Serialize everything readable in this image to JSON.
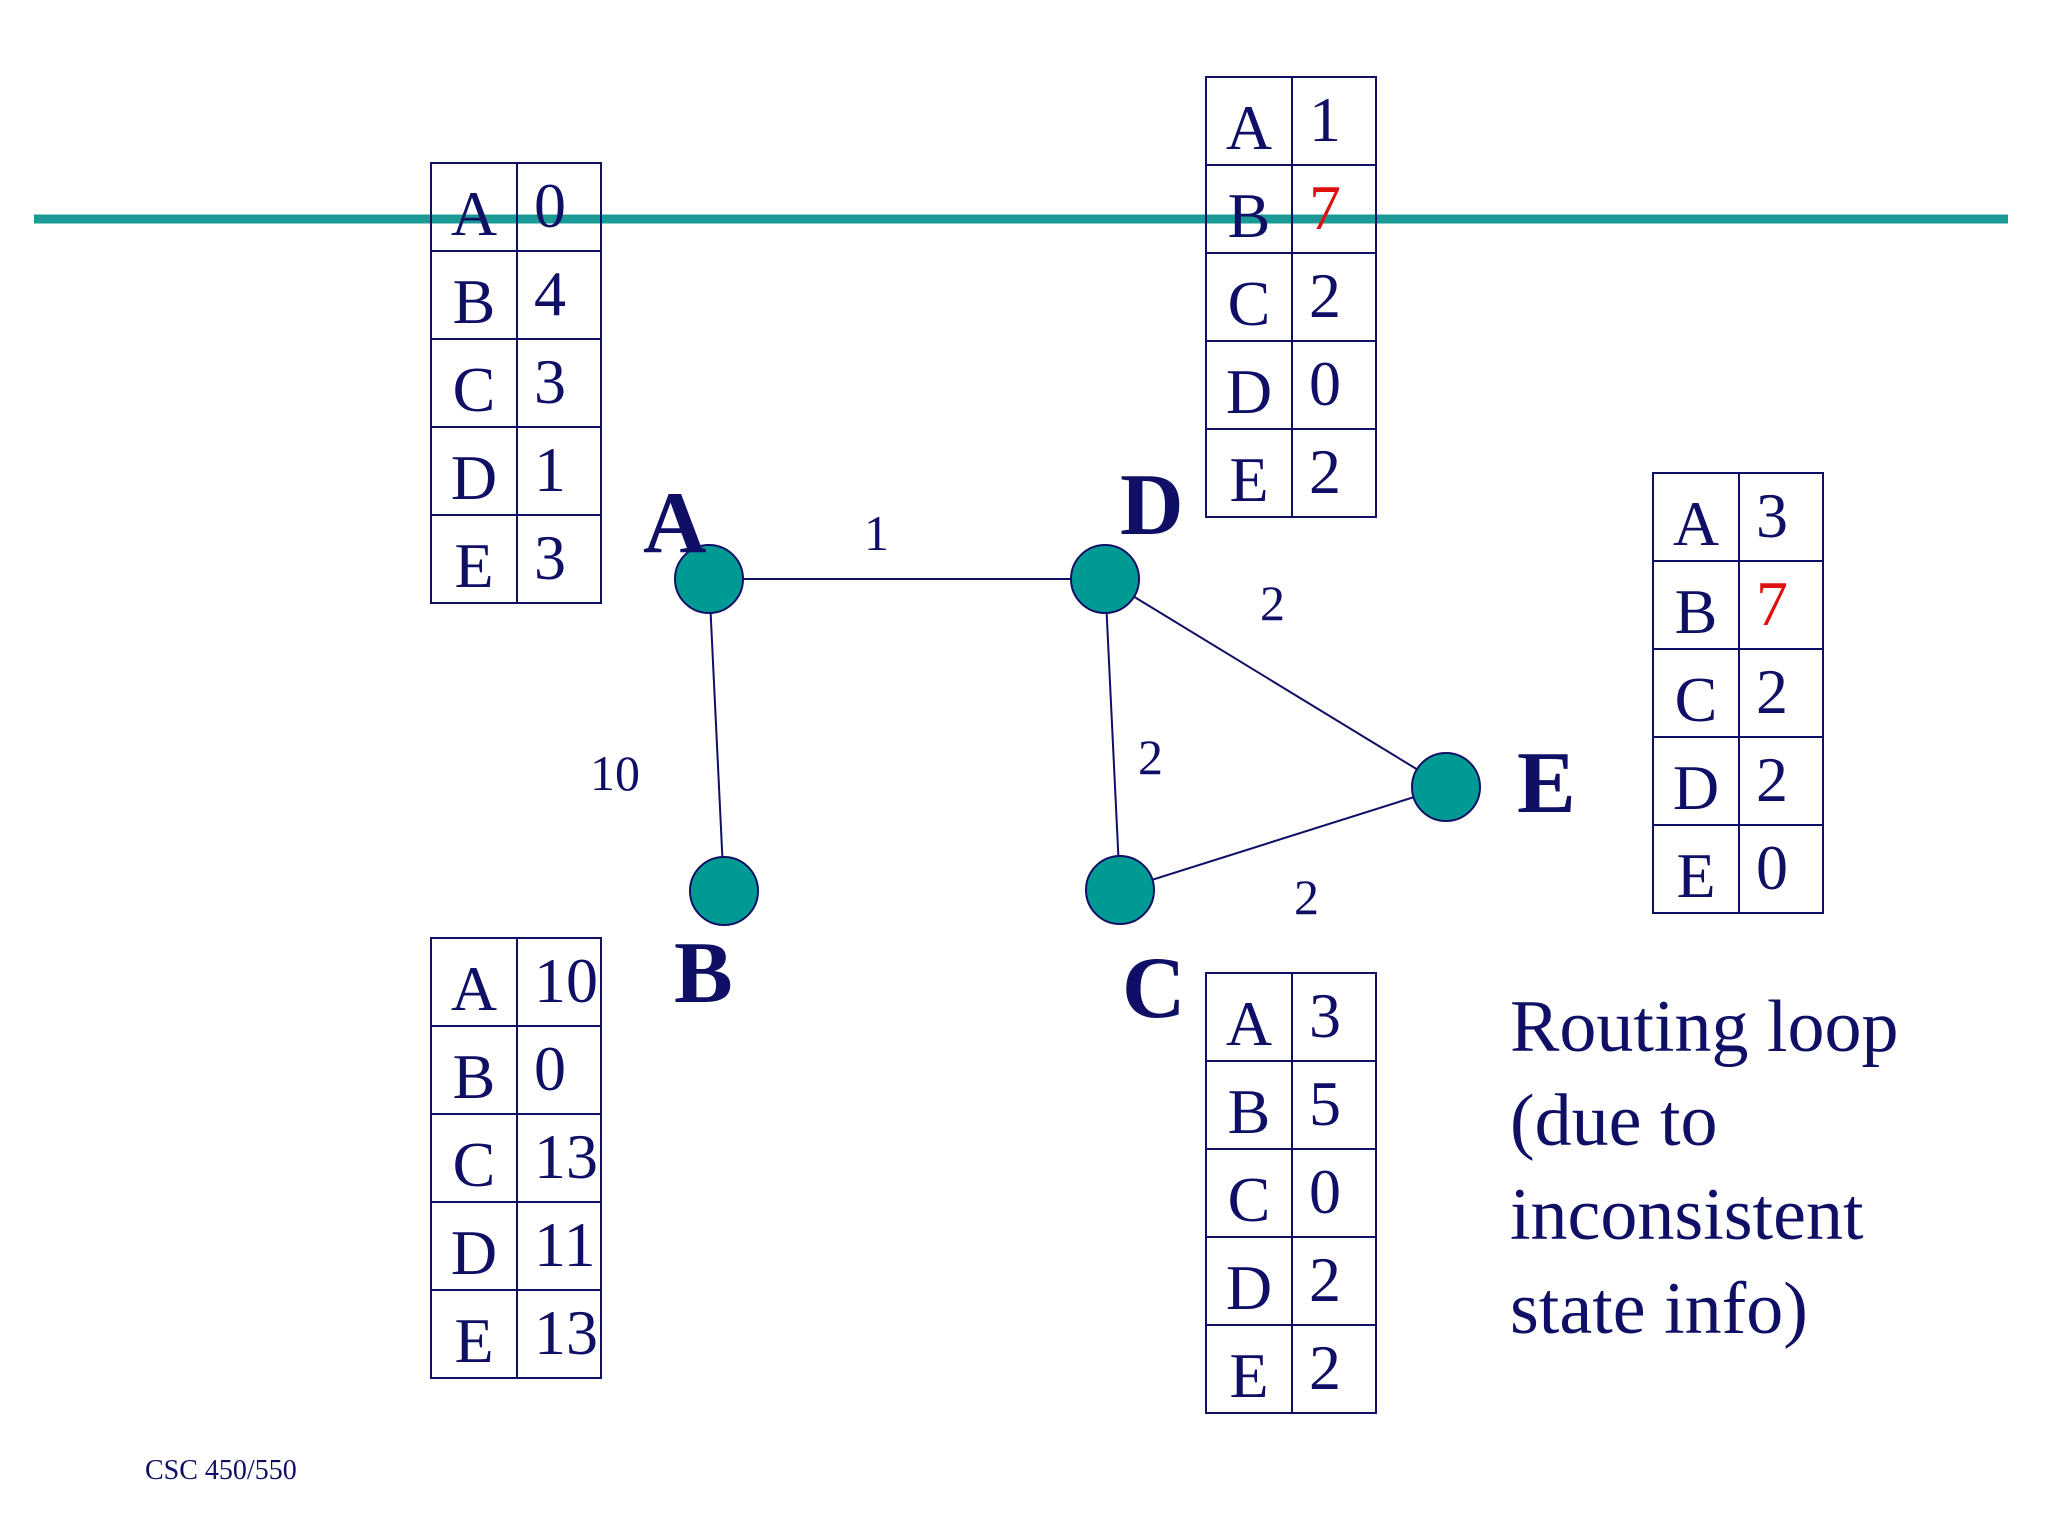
{
  "colors": {
    "text": "#0f0f66",
    "node_fill": "#009a94",
    "bar": "#1a9a94",
    "changed_value": "#e01010"
  },
  "nodes": {
    "A": {
      "label": "A"
    },
    "B": {
      "label": "B"
    },
    "C": {
      "label": "C"
    },
    "D": {
      "label": "D"
    },
    "E": {
      "label": "E"
    }
  },
  "edges": {
    "AD": {
      "label": "1"
    },
    "AB": {
      "label": "10"
    },
    "DE": {
      "label": "2"
    },
    "DC": {
      "label": "2"
    },
    "CE": {
      "label": "2"
    }
  },
  "tables": {
    "A": {
      "rows": [
        {
          "dest": "A",
          "cost": "0"
        },
        {
          "dest": "B",
          "cost": "4"
        },
        {
          "dest": "C",
          "cost": "3"
        },
        {
          "dest": "D",
          "cost": "1"
        },
        {
          "dest": "E",
          "cost": "3"
        }
      ]
    },
    "B": {
      "rows": [
        {
          "dest": "A",
          "cost": "10"
        },
        {
          "dest": "B",
          "cost": "0"
        },
        {
          "dest": "C",
          "cost": "13"
        },
        {
          "dest": "D",
          "cost": "11"
        },
        {
          "dest": "E",
          "cost": "13"
        }
      ]
    },
    "C": {
      "rows": [
        {
          "dest": "A",
          "cost": "3"
        },
        {
          "dest": "B",
          "cost": "5"
        },
        {
          "dest": "C",
          "cost": "0"
        },
        {
          "dest": "D",
          "cost": "2"
        },
        {
          "dest": "E",
          "cost": "2"
        }
      ]
    },
    "D": {
      "rows": [
        {
          "dest": "A",
          "cost": "1"
        },
        {
          "dest": "B",
          "cost": "7",
          "changed": true
        },
        {
          "dest": "C",
          "cost": "2"
        },
        {
          "dest": "D",
          "cost": "0"
        },
        {
          "dest": "E",
          "cost": "2"
        }
      ]
    },
    "E": {
      "rows": [
        {
          "dest": "A",
          "cost": "3"
        },
        {
          "dest": "B",
          "cost": "7",
          "changed": true
        },
        {
          "dest": "C",
          "cost": "2"
        },
        {
          "dest": "D",
          "cost": "2"
        },
        {
          "dest": "E",
          "cost": "0"
        }
      ]
    }
  },
  "caption": {
    "lines": [
      "Routing loop",
      "(due to",
      "inconsistent",
      "state info)"
    ]
  },
  "footer": "CSC 450/550"
}
